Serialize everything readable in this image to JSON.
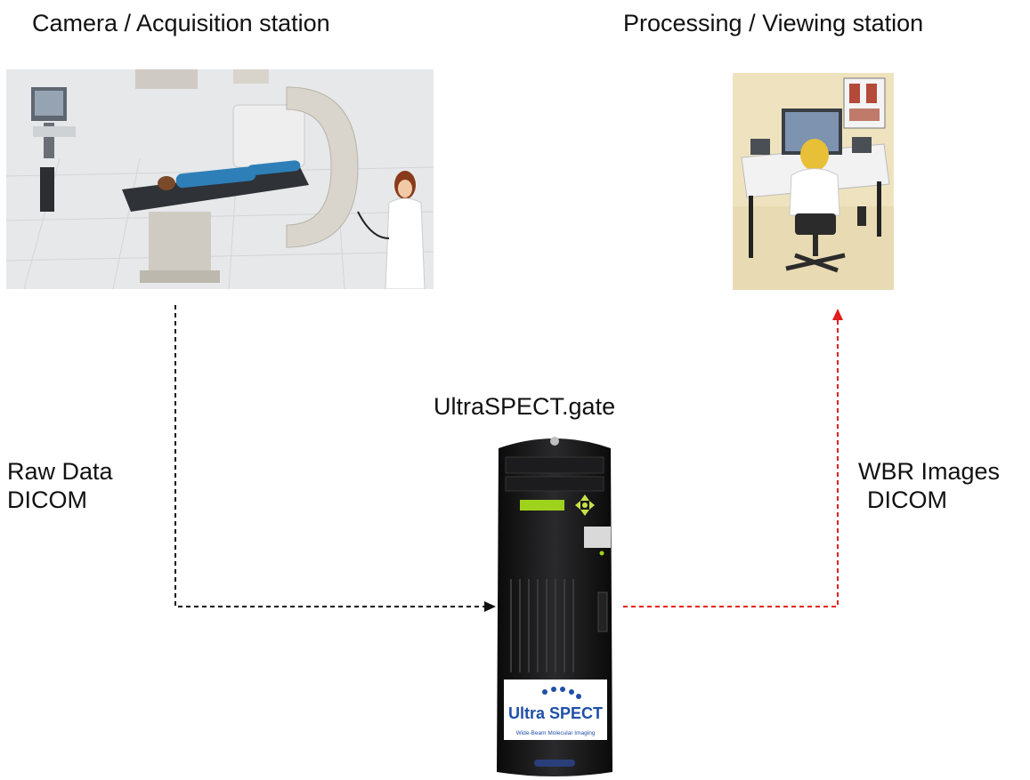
{
  "stations": {
    "acquisition": {
      "title": "Camera / Acquisition station"
    },
    "viewing": {
      "title": "Processing / Viewing station"
    }
  },
  "gateway": {
    "title": "UltraSPECT.gate",
    "logo_text": "Ultra SPECT",
    "tagline": "Wide-Beam Molecular Imaging"
  },
  "flows": {
    "raw": {
      "line1": "Raw Data",
      "line2": "DICOM",
      "color": "#111111"
    },
    "wbr": {
      "line1": "WBR Images",
      "line2": "DICOM",
      "color": "#e21b1b"
    }
  },
  "colors": {
    "logo_blue": "#1f4fa8",
    "logo_red": "#d23a1b",
    "lcd": "#9fd21d"
  },
  "icons": [
    "scanner-illustration",
    "workstation-illustration",
    "server-tower-illustration"
  ]
}
